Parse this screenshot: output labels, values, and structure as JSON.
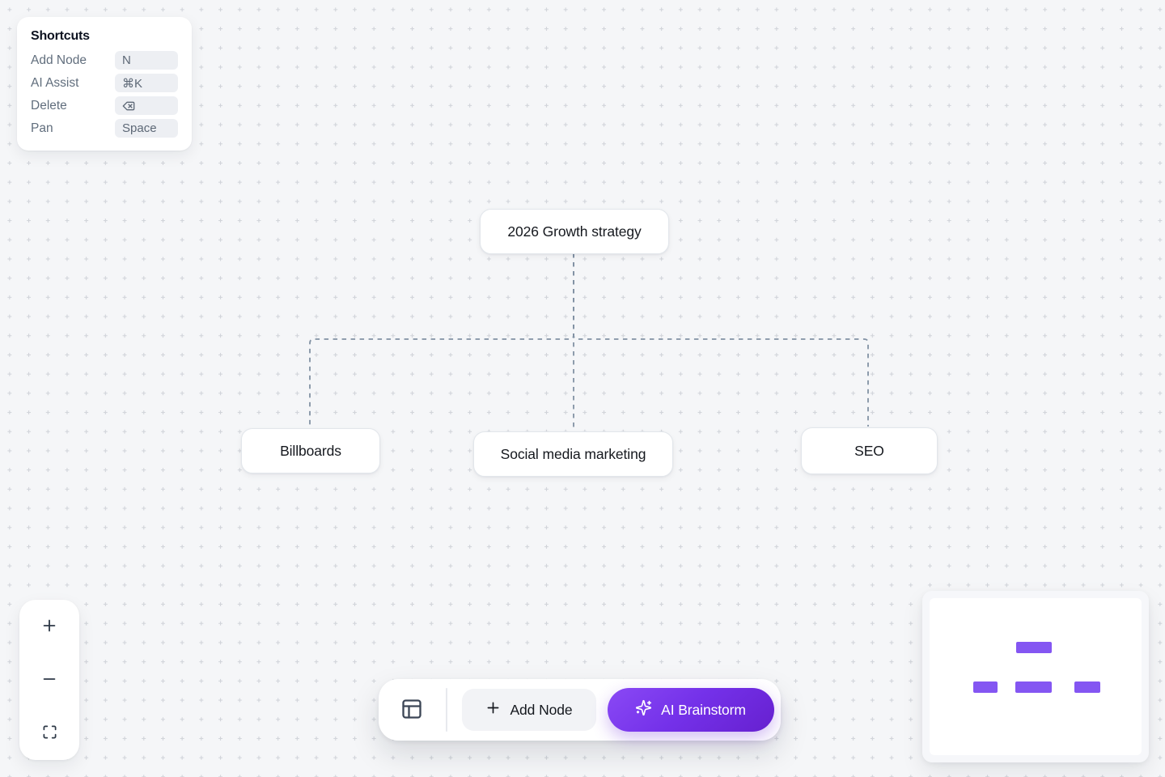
{
  "colors": {
    "canvas_background": "#f5f6f8",
    "grid_cross": "#d0d3d9",
    "edge_dash": "#8292a4",
    "node_border": "#e2e6eb",
    "node_text": "#15181e",
    "accent_purple_light": "#8a49f5",
    "accent_purple_dark": "#6620cf",
    "minimap_node": "#8456f2",
    "key_badge_bg": "#edeff3",
    "gray_button_bg": "#f2f3f6",
    "muted_text": "#616e7d",
    "icon_slate": "#3c4656"
  },
  "shortcuts_panel": {
    "title": "Shortcuts",
    "items": [
      {
        "label": "Add Node",
        "key": "N"
      },
      {
        "label": "AI Assist",
        "key": "⌘K"
      },
      {
        "label": "Delete",
        "key_icon": "backspace-icon"
      },
      {
        "label": "Pan",
        "key": "Space"
      }
    ]
  },
  "mindmap": {
    "root": {
      "label": "2026 Growth strategy"
    },
    "children": [
      {
        "label": "Billboards"
      },
      {
        "label": "Social media marketing"
      },
      {
        "label": "SEO"
      }
    ],
    "edge_style": "dashed-elbow"
  },
  "zoom_controls": {
    "buttons": [
      {
        "icon": "zoom-in-icon"
      },
      {
        "icon": "zoom-out-icon"
      },
      {
        "icon": "fit-view-icon"
      }
    ]
  },
  "toolbar": {
    "layout_icon": "panels-top-left-icon",
    "add_node": {
      "icon": "plus-icon",
      "label": "Add Node"
    },
    "ai_brainstorm": {
      "icon": "sparkles-icon",
      "label": "AI Brainstorm"
    }
  },
  "minimap": {
    "node_color": "#8456f2",
    "rects": [
      {
        "name": "root"
      },
      {
        "name": "left-child"
      },
      {
        "name": "center-child"
      },
      {
        "name": "right-child"
      }
    ]
  }
}
